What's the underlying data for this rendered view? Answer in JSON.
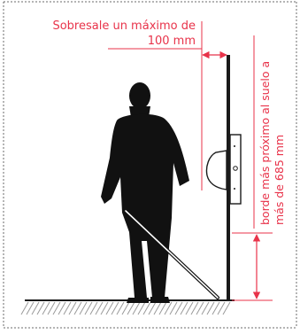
{
  "labels": {
    "protrusion_line1": "Sobresale un máximo de",
    "protrusion_line2": "100 mm",
    "height_line1": "borde más próximo al suelo a",
    "height_line2": "más de 685 mm"
  },
  "colors": {
    "accent": "#e8334a",
    "figure": "#111111",
    "wall": "#1a1a1a",
    "frame": "#6b6b6b",
    "hatch": "#9a9a9a"
  }
}
